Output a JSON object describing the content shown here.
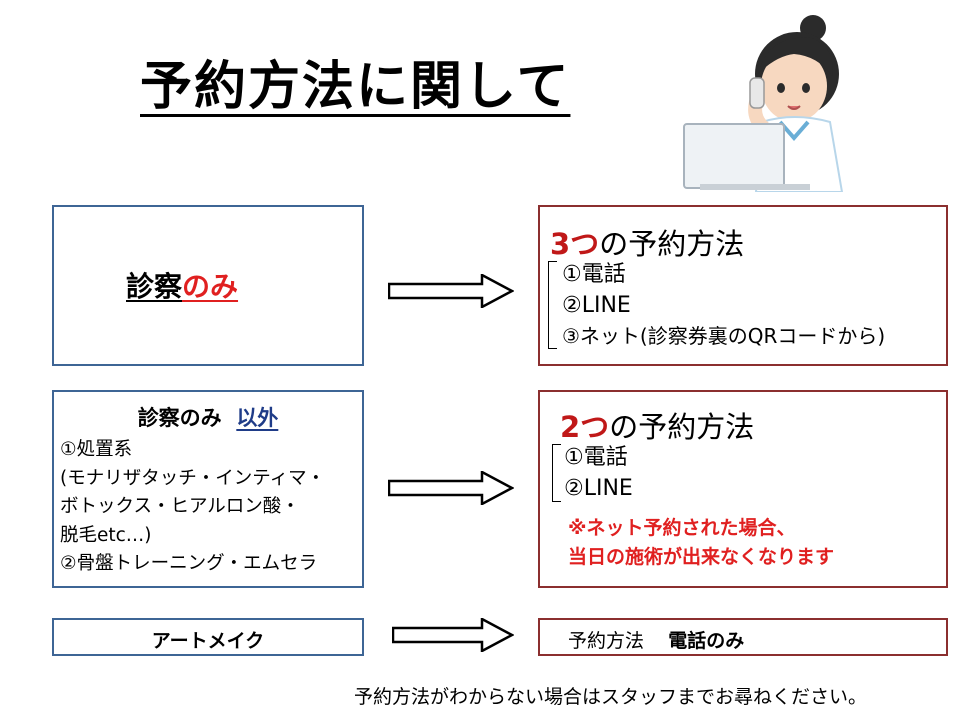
{
  "title": "予約方法に関して",
  "row1": {
    "left_prefix": "診察",
    "left_highlight": "のみ",
    "right_count": "3つ",
    "right_heading": "の予約方法",
    "items": [
      "①電話",
      "②LINE",
      "③ネット(診察券裏のQRコードから)"
    ]
  },
  "row2": {
    "left_prefix": "診察のみ",
    "left_highlight": "以外",
    "left_lines": [
      "①処置系",
      "(モナリザタッチ・インティマ・",
      "ボトックス・ヒアルロン酸・",
      "脱毛etc…)",
      "②骨盤トレーニング・エムセラ"
    ],
    "right_count": "2つ",
    "right_heading": "の予約方法",
    "items": [
      "①電話",
      "②LINE"
    ],
    "note_lines": [
      "※ネット予約された場合、",
      "当日の施術が出来なくなります"
    ]
  },
  "row3": {
    "left_label": "アートメイク",
    "right_label": "予約方法",
    "right_value": "電話のみ"
  },
  "footer": "予約方法がわからない場合はスタッフまでお尋ねください。",
  "colors": {
    "blue_border": "#3e6595",
    "red_border": "#8b2f2f",
    "highlight_red": "#e02020",
    "navy": "#1f3c88"
  }
}
